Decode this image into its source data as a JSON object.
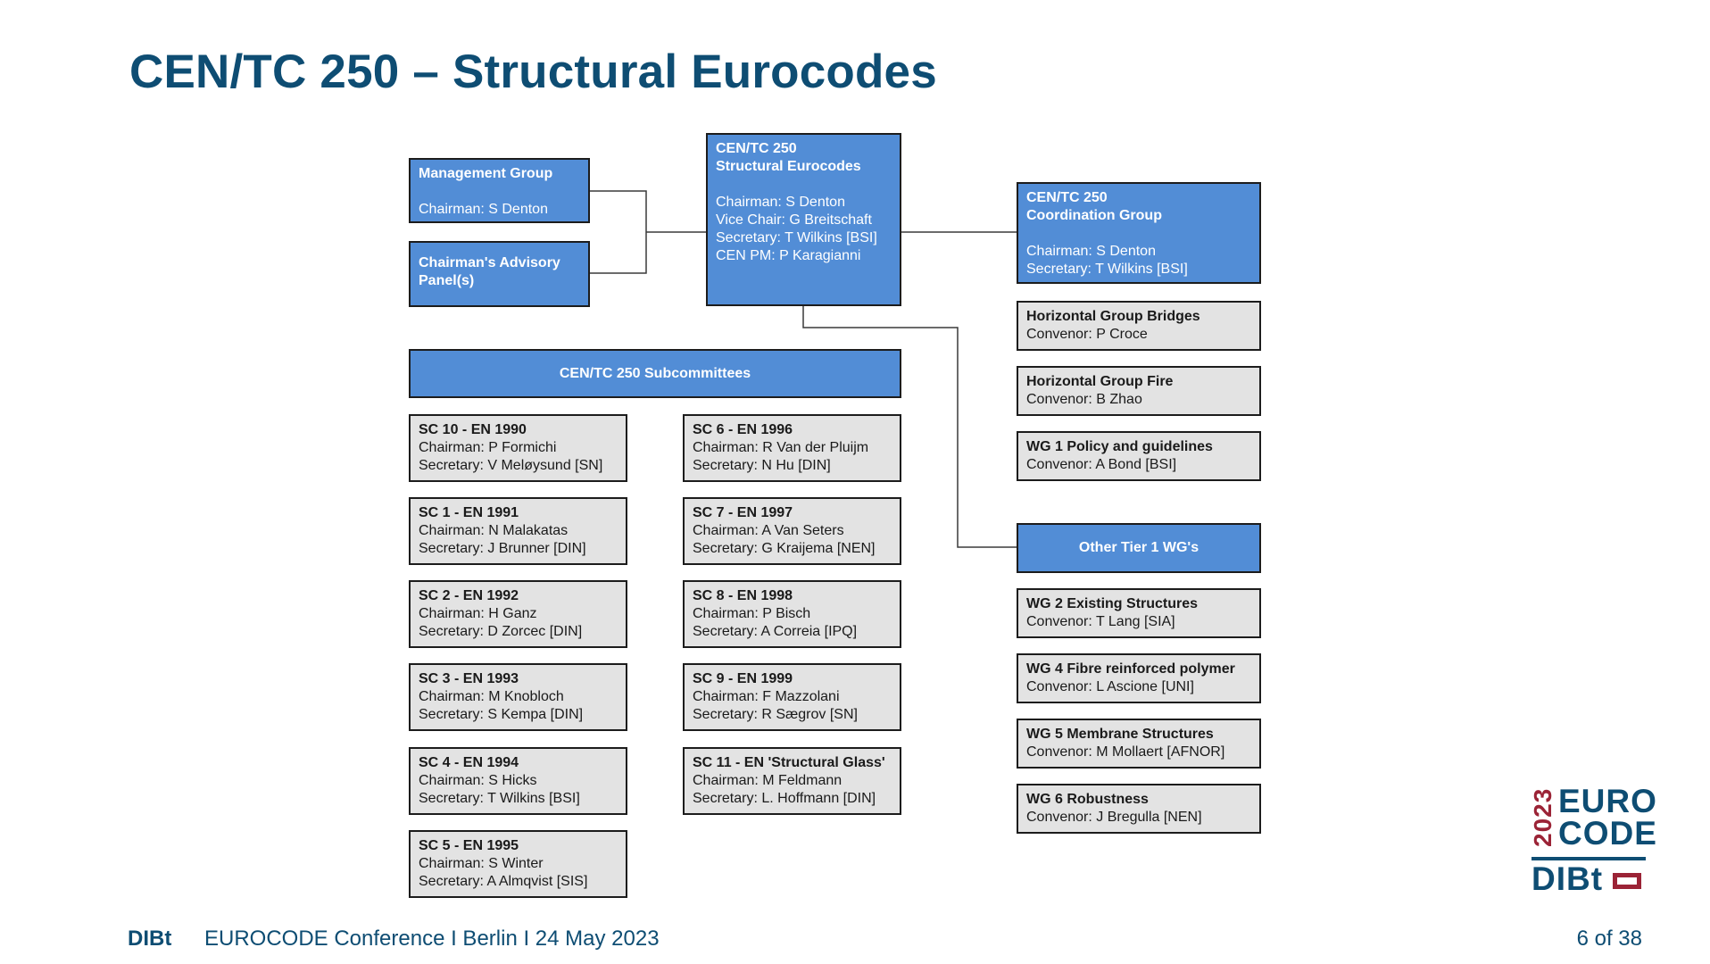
{
  "slide": {
    "title": "CEN/TC 250 – Structural Eurocodes"
  },
  "org_chart": {
    "management_group": {
      "title": "Management Group",
      "lines": [
        "Chairman: S Denton"
      ]
    },
    "advisory_panel": {
      "title": "Chairman's Advisory\nPanel(s)"
    },
    "tc250": {
      "title": "CEN/TC 250\nStructural Eurocodes",
      "lines": [
        "Chairman: S Denton",
        "Vice Chair: G Breitschaft",
        "Secretary: T Wilkins [BSI]",
        "CEN PM: P Karagianni"
      ]
    },
    "coordination_group": {
      "title": "CEN/TC 250\nCoordination Group",
      "lines": [
        "Chairman: S Denton",
        "Secretary: T Wilkins [BSI]"
      ]
    },
    "subcommittees_header": "CEN/TC 250 Subcommittees",
    "subcommittees_left": [
      {
        "title": "SC 10 - EN 1990",
        "chairman": "Chairman: P Formichi",
        "secretary": "Secretary: V Meløysund [SN]"
      },
      {
        "title": "SC 1 - EN 1991",
        "chairman": "Chairman: N Malakatas",
        "secretary": "Secretary: J Brunner [DIN]"
      },
      {
        "title": "SC 2 - EN 1992",
        "chairman": "Chairman: H Ganz",
        "secretary": "Secretary: D Zorcec [DIN]"
      },
      {
        "title": "SC 3 - EN 1993",
        "chairman": "Chairman: M Knobloch",
        "secretary": "Secretary: S Kempa [DIN]"
      },
      {
        "title": "SC 4 - EN 1994",
        "chairman": "Chairman: S Hicks",
        "secretary": "Secretary: T Wilkins [BSI]"
      },
      {
        "title": "SC 5 - EN 1995",
        "chairman": "Chairman: S Winter",
        "secretary": "Secretary: A Almqvist [SIS]"
      }
    ],
    "subcommittees_right": [
      {
        "title": "SC 6 - EN 1996",
        "chairman": "Chairman: R Van der Pluijm",
        "secretary": "Secretary: N Hu [DIN]"
      },
      {
        "title": "SC 7 - EN 1997",
        "chairman": "Chairman: A Van Seters",
        "secretary": "Secretary: G Kraijema [NEN]"
      },
      {
        "title": "SC 8 - EN 1998",
        "chairman": "Chairman: P Bisch",
        "secretary": "Secretary: A Correia [IPQ]"
      },
      {
        "title": "SC 9 - EN 1999",
        "chairman": "Chairman: F Mazzolani",
        "secretary": "Secretary: R Sægrov [SN]"
      },
      {
        "title": "SC 11 - EN 'Structural Glass'",
        "chairman": "Chairman: M Feldmann",
        "secretary": "Secretary: L. Hoffmann [DIN]"
      }
    ],
    "horizontal_groups": [
      {
        "title": "Horizontal Group Bridges",
        "convenor": "Convenor: P Croce"
      },
      {
        "title": "Horizontal Group Fire",
        "convenor": "Convenor: B Zhao"
      },
      {
        "title": "WG 1 Policy and guidelines",
        "convenor": "Convenor: A Bond [BSI]"
      }
    ],
    "other_wgs_header": "Other Tier 1 WG's",
    "other_wgs": [
      {
        "title": "WG 2 Existing Structures",
        "convenor": "Convenor: T Lang [SIA]"
      },
      {
        "title": "WG 4 Fibre reinforced polymer",
        "convenor": "Convenor: L Ascione [UNI]"
      },
      {
        "title": "WG 5 Membrane Structures",
        "convenor": "Convenor: M Mollaert [AFNOR]"
      },
      {
        "title": "WG 6 Robustness",
        "convenor": "Convenor: J Bregulla [NEN]"
      }
    ]
  },
  "footer": {
    "org": "DIBt",
    "event": "EUROCODE Conference I Berlin I 24 May 2023",
    "page": "6 of 38"
  },
  "logo": {
    "year": "2023",
    "word1": "EURO",
    "word2": "CODE",
    "org": "DIBt"
  },
  "colors": {
    "title": "#0e4d73",
    "box_blue": "#528dd6",
    "box_grey": "#e3e3e3",
    "logo_red": "#9b2336"
  }
}
